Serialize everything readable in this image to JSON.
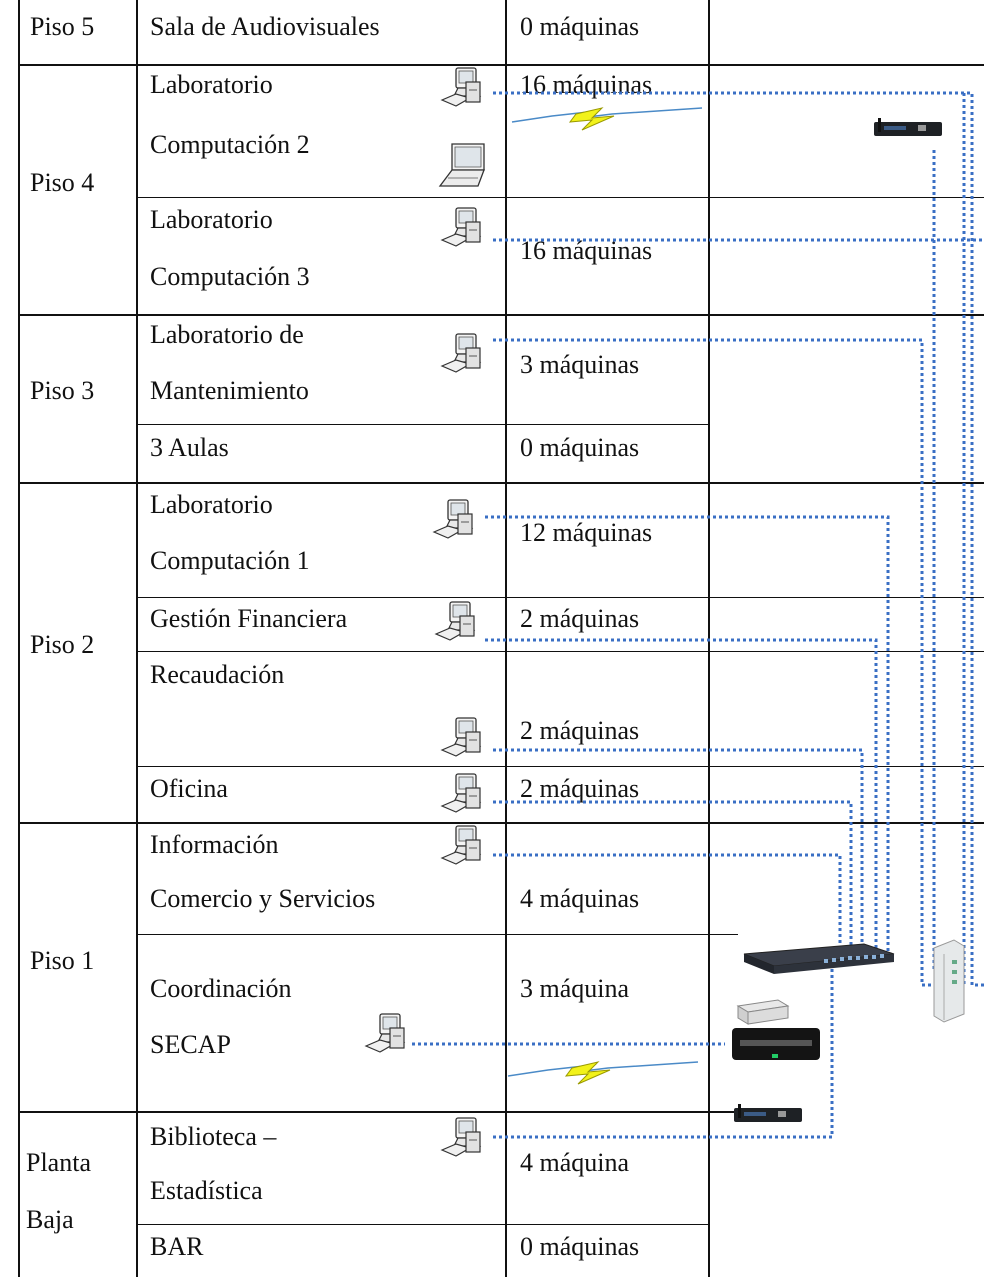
{
  "floors": [
    {
      "label": "Piso 5",
      "rooms": [
        {
          "lines": [
            "Sala de Audiovisuales"
          ],
          "count": "0 máquinas"
        }
      ]
    },
    {
      "label": "Piso 4",
      "rooms": [
        {
          "lines": [
            "Laboratorio",
            "Computación 2"
          ],
          "count": "16 máquinas"
        },
        {
          "lines": [
            "Laboratorio",
            "Computación  3"
          ],
          "count": "16  máquinas"
        }
      ]
    },
    {
      "label": "Piso 3",
      "rooms": [
        {
          "lines": [
            "Laboratorio de",
            "Mantenimiento"
          ],
          "count": "3 máquinas"
        },
        {
          "lines": [
            "3 Aulas"
          ],
          "count": "0 máquinas"
        }
      ]
    },
    {
      "label": "Piso 2",
      "rooms": [
        {
          "lines": [
            "Laboratorio",
            "Computación 1"
          ],
          "count": "12 máquinas"
        },
        {
          "lines": [
            "Gestión Financiera"
          ],
          "count": "2 máquinas"
        },
        {
          "lines": [
            "Recaudación"
          ],
          "count": "2 máquinas"
        },
        {
          "lines": [
            "Oficina"
          ],
          "count": "2 máquinas"
        }
      ]
    },
    {
      "label": "Piso 1",
      "rooms": [
        {
          "lines": [
            "Información",
            "Comercio y Servicios"
          ],
          "count": "4 máquinas"
        },
        {
          "lines": [
            "Coordinación",
            " SECAP"
          ],
          "count": "3 máquina"
        }
      ]
    },
    {
      "label": "Planta Baja",
      "label_lines": [
        "Planta",
        "Baja"
      ],
      "rooms": [
        {
          "lines": [
            "Biblioteca –",
            "Estadística"
          ],
          "count": "4 máquina"
        },
        {
          "lines": [
            "BAR"
          ],
          "count": "0 máquinas"
        }
      ]
    }
  ],
  "colors": {
    "cable": "#3a6fc4",
    "border": "#111111",
    "wireless": "#f2f21a"
  },
  "icons": [
    "desktop-computer-icon",
    "laptop-icon",
    "wireless-router-icon",
    "network-switch-icon",
    "modem-icon",
    "wireless-bolt-icon"
  ]
}
